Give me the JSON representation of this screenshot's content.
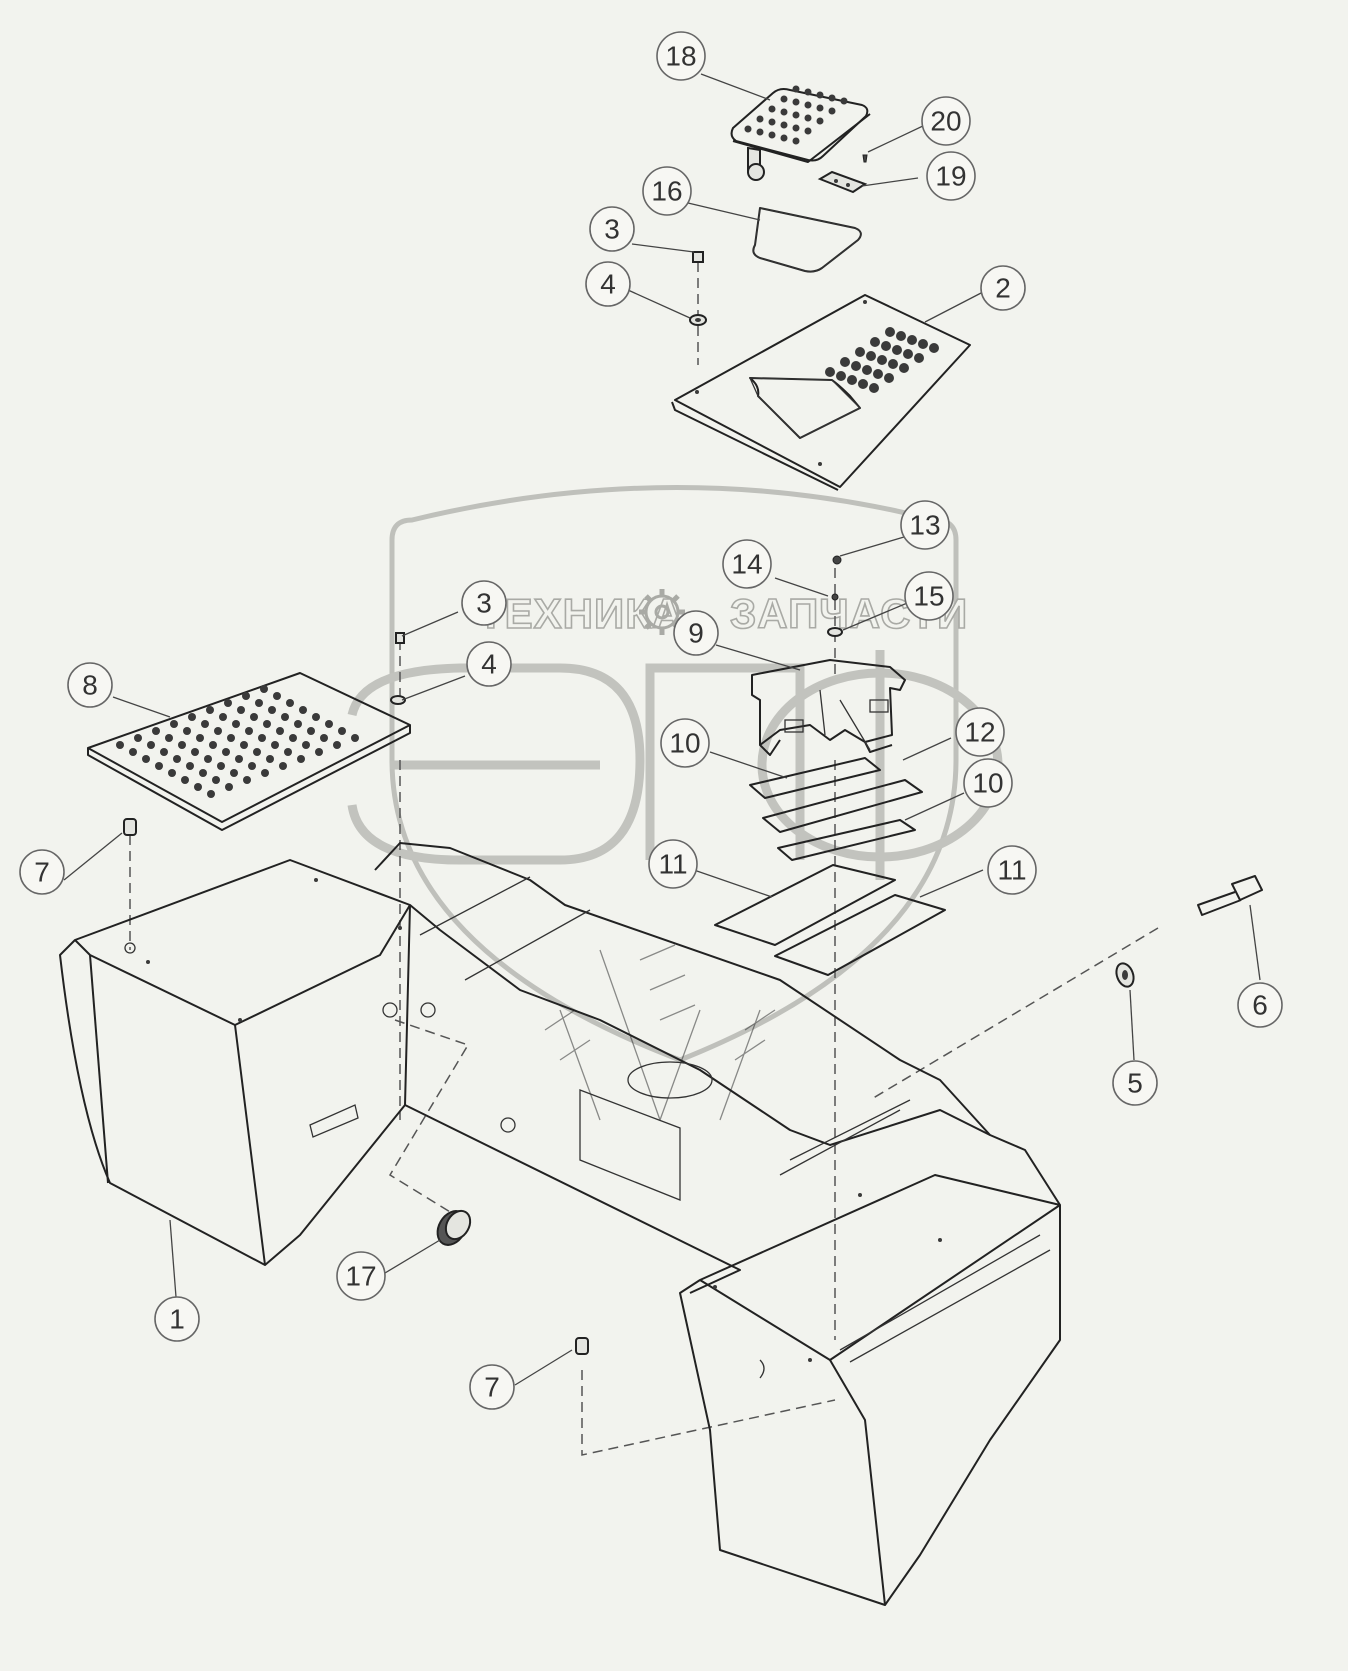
{
  "watermark": {
    "text_left": "ТЕХНИКА",
    "text_right": "ЗАПЧАСТИ",
    "logo": "ЭПФ"
  },
  "callouts": [
    {
      "id": "c18",
      "label": "18"
    },
    {
      "id": "c20",
      "label": "20"
    },
    {
      "id": "c19",
      "label": "19"
    },
    {
      "id": "c16",
      "label": "16"
    },
    {
      "id": "c3a",
      "label": "3"
    },
    {
      "id": "c4a",
      "label": "4"
    },
    {
      "id": "c2",
      "label": "2"
    },
    {
      "id": "c13",
      "label": "13"
    },
    {
      "id": "c14",
      "label": "14"
    },
    {
      "id": "c15",
      "label": "15"
    },
    {
      "id": "c3b",
      "label": "3"
    },
    {
      "id": "c9",
      "label": "9"
    },
    {
      "id": "c4b",
      "label": "4"
    },
    {
      "id": "c8",
      "label": "8"
    },
    {
      "id": "c12",
      "label": "12"
    },
    {
      "id": "c10a",
      "label": "10"
    },
    {
      "id": "c10b",
      "label": "10"
    },
    {
      "id": "c7a",
      "label": "7"
    },
    {
      "id": "c11a",
      "label": "11"
    },
    {
      "id": "c11b",
      "label": "11"
    },
    {
      "id": "c6",
      "label": "6"
    },
    {
      "id": "c5",
      "label": "5"
    },
    {
      "id": "c17",
      "label": "17"
    },
    {
      "id": "c1",
      "label": "1"
    },
    {
      "id": "c7b",
      "label": "7"
    }
  ]
}
